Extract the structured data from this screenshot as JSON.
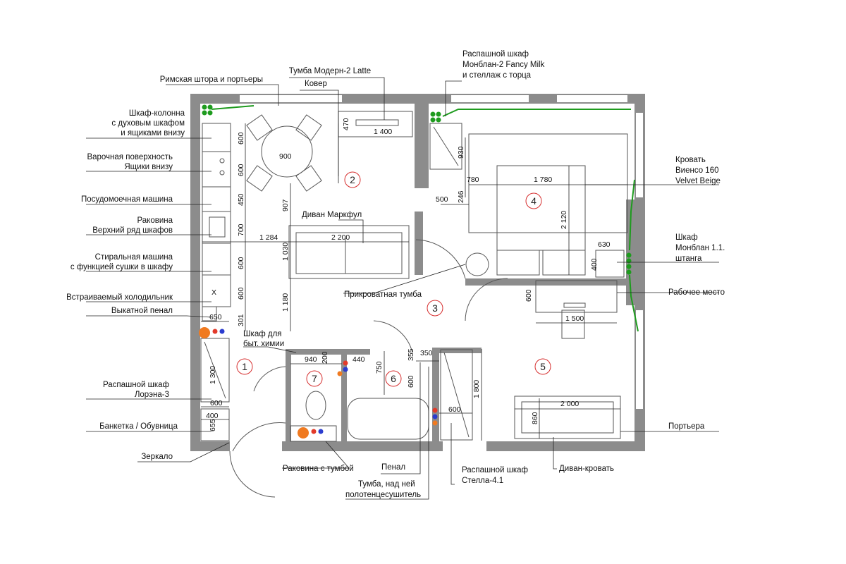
{
  "rooms": [
    "1",
    "2",
    "3",
    "4",
    "5",
    "6",
    "7"
  ],
  "colors": {
    "wall": "#8c8c8c",
    "room_marker": "#d62f2f",
    "socket_green": "#1e9b1e",
    "pipe_red": "#e23a2a",
    "pipe_blue": "#2b3ccf",
    "pipe_orange": "#f07a20"
  },
  "labels_left": {
    "roman_blind": "Римская штора и портьеры",
    "column_line1": "Шкаф-колонна",
    "column_line2": "с духовым шкафом",
    "column_line3": "и ящиками внизу",
    "hob_line1": "Варочная поверхность",
    "hob_line2": "Ящики внизу",
    "dishwasher": "Посудомоечная машина",
    "sink_line1": "Раковина",
    "sink_line2": "Верхний ряд шкафов",
    "washer_line1": "Стиральная машина",
    "washer_line2": "с функцией сушки в шкафу",
    "fridge": "Встраиваемый холодильник",
    "pull_out": "Выкатной пенал",
    "wardrobe_line1": "Распашной шкаф",
    "wardrobe_line2": "Лорэна-3",
    "bench": "Банкетка / Обувница",
    "mirror": "Зеркало"
  },
  "labels_top": {
    "tv_stand": "Тумба Модерн-2 Latte",
    "carpet": "Ковер",
    "wardrobe_top_line1": "Распашной шкаф",
    "wardrobe_top_line2": "Монблан-2 Fancy Milk",
    "wardrobe_top_line3": "и стеллаж с торца"
  },
  "labels_right": {
    "bed_line1": "Кровать",
    "bed_line2": "Виенсо 160",
    "bed_line3": "Velvet Beige",
    "closet_line1": "Шкаф",
    "closet_line2": "Монблан 1.1.",
    "closet_line3": "штанга",
    "workplace": "Рабочее место",
    "curtain": "Портьера"
  },
  "labels_inner": {
    "sofa_markful": "Диван Маркфул",
    "bedside": "Прикроватная тумба",
    "chem_line1": "Шкаф для",
    "chem_line2": "быт. химии"
  },
  "labels_bottom": {
    "sink_cabinet": "Раковина с тумбой",
    "penal": "Пенал",
    "stand_line1": "Тумба, над ней",
    "stand_line2": "полотенцесушитель",
    "stella_line1": "Распашной шкаф",
    "stella_line2": "Стелла-4.1",
    "sofa_bed": "Диван-кровать"
  },
  "dims": {
    "tv_w": "1 400",
    "tv_h": "470",
    "table": "900",
    "k600a": "600",
    "k600b": "600",
    "k450": "450",
    "k700": "700",
    "k600c": "600",
    "k600d": "600",
    "k301": "301",
    "d907": "907",
    "d1030": "1 030",
    "d1180": "1 180",
    "d1284": "1 284",
    "sofa_w": "2 200",
    "d930": "930",
    "d780": "780",
    "bed_w": "1 780",
    "bed_l": "2 120",
    "d246": "246",
    "d500": "500",
    "d630": "630",
    "d400": "400",
    "desk_d": "600",
    "desk_w": "1 500",
    "d650": "650",
    "w1300": "1 300",
    "w600": "600",
    "b400": "400",
    "b655": "655",
    "d940": "940",
    "d200": "200",
    "d440": "440",
    "d750": "750",
    "d355": "355",
    "d350": "350",
    "d600b": "600",
    "d1800": "1 800",
    "d600c": "600",
    "sofa_bed_w": "2 000",
    "sofa_bed_d": "860"
  }
}
